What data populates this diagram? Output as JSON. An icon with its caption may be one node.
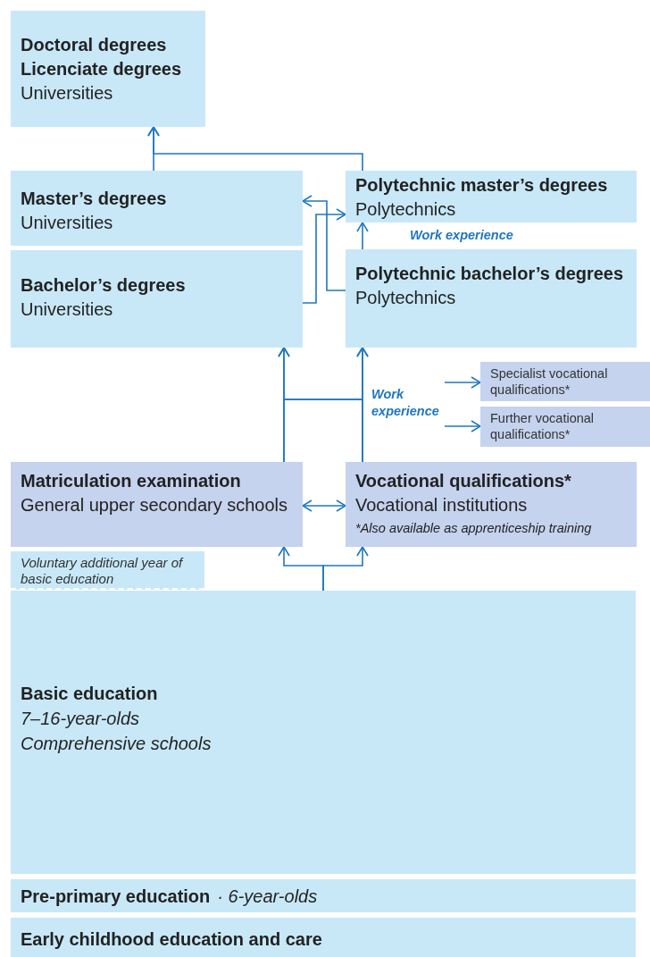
{
  "diagram": {
    "nodes": [
      {
        "text": [
          "Doctoral degrees",
          "Licenciate degrees",
          "Universities"
        ]
      },
      {
        "text": [
          "Master’s degrees",
          "Universities"
        ]
      },
      {
        "text": [
          "Polytechnic master’s degrees",
          "Polytechnics"
        ]
      },
      {
        "text": [
          "Bachelor’s degrees",
          "Universities"
        ]
      },
      {
        "text": [
          "Polytechnic bachelor’s degrees",
          "Polytechnics"
        ]
      },
      {
        "text": [
          "Specialist vocational qualifications*"
        ]
      },
      {
        "text": [
          "Further vocational qualifications*"
        ]
      },
      {
        "text": [
          "Matriculation examination",
          "General upper secondary schools"
        ]
      },
      {
        "text": [
          "Vocational qualifications*",
          "Vocational institutions",
          "*Also available as apprenticeship training"
        ]
      },
      {
        "text": [
          "Voluntary additional year of basic education"
        ]
      },
      {
        "text": [
          "Basic education",
          "7–16-year-olds",
          "Comprehensive schools"
        ]
      },
      {
        "text": [
          "Pre-primary education",
          "· 6-year-olds"
        ]
      },
      {
        "text": [
          "Early childhood education and care"
        ]
      }
    ],
    "edges": [
      {
        "from": 1,
        "to": 0,
        "arrow": "to"
      },
      {
        "from": 2,
        "to": 0,
        "arrow": "to"
      },
      {
        "from": 3,
        "to": 2,
        "arrow": "to"
      },
      {
        "from": 4,
        "to": 1,
        "arrow": "to"
      },
      {
        "from": 4,
        "to": 2,
        "arrow": "to",
        "label": "Work experience"
      },
      {
        "from": 7,
        "to": 3,
        "arrow": "to"
      },
      {
        "from": 8,
        "to": 4,
        "arrow": "to"
      },
      {
        "from": 7,
        "to": 4,
        "arrow": "to"
      },
      {
        "from": 8,
        "to": 3,
        "arrow": "to"
      },
      {
        "from": null,
        "to": 5,
        "arrow": "to"
      },
      {
        "from": null,
        "to": 6,
        "arrow": "to"
      },
      {
        "from": 7,
        "to": 8,
        "arrow": "both"
      },
      {
        "from": 10,
        "to": 7,
        "arrow": "to"
      },
      {
        "from": 10,
        "to": 8,
        "arrow": "to"
      }
    ],
    "labels": [
      "Work experience"
    ]
  }
}
